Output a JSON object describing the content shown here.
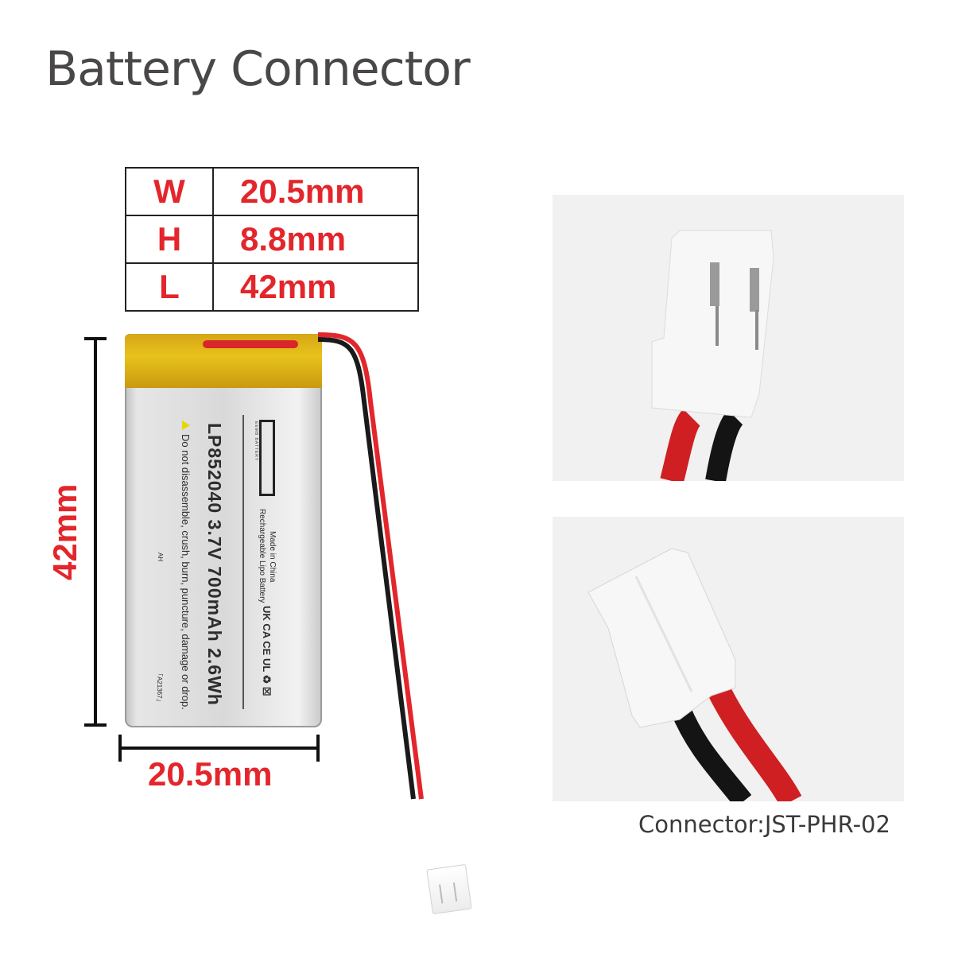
{
  "header": {
    "title": "Battery Connector"
  },
  "specs": {
    "rows": [
      {
        "key": "W",
        "value": "20.5mm"
      },
      {
        "key": "H",
        "value": "8.8mm"
      },
      {
        "key": "L",
        "value": "42mm"
      }
    ]
  },
  "dimensions": {
    "length_label": "42mm",
    "width_label": "20.5mm",
    "accent_color": "#e3262b"
  },
  "battery_label": {
    "brand": "EEMB",
    "brand_tagline": "EEMB BATTERY",
    "model_line": "LP852040  3.7V  700mAh  2.6Wh",
    "warning": "Do not disassemble, crush, burn, puncture, damage or drop.",
    "origin": "Made in China",
    "type": "Rechargeable Lipo Battery",
    "marks": "UK CA  CE  UL  ♻  ☒",
    "code_ah": "AH",
    "code_ref": "「A21367」"
  },
  "wires": {
    "positive_color": "#e3262b",
    "negative_color": "#1a1a1a"
  },
  "photos": [
    {
      "name": "connector-front-photo"
    },
    {
      "name": "connector-back-photo"
    }
  ],
  "caption": {
    "text": "Connector:JST-PHR-02"
  }
}
